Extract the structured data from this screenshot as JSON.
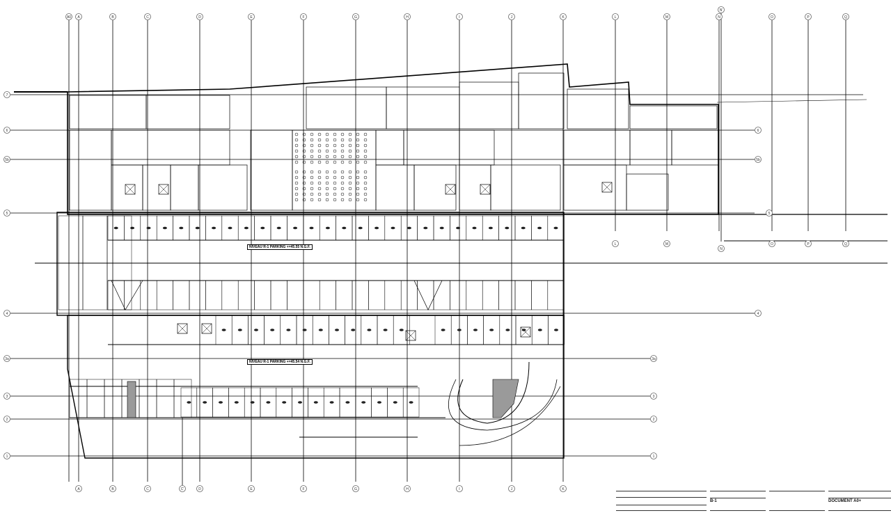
{
  "drawing": {
    "grid_columns_top": [
      "A0",
      "A",
      "B",
      "C",
      "D",
      "E",
      "F",
      "G",
      "H",
      "I",
      "J",
      "K",
      "L",
      "M",
      "N'",
      "N",
      "O",
      "P",
      "Q"
    ],
    "grid_columns_bottom": [
      "A",
      "B",
      "C",
      "C'",
      "D",
      "E",
      "F",
      "G",
      "H",
      "I",
      "J",
      "K"
    ],
    "grid_columns_mid_right": [
      "L",
      "M",
      "N",
      "O",
      "P",
      "Q"
    ],
    "grid_rows": [
      "7",
      "6",
      "5b",
      "5",
      "4",
      "3a",
      "3",
      "2",
      "1"
    ],
    "level_labels": {
      "upper_parking": "NIVEAU R-1 PARKING +=45.55 N.G.F.",
      "lower_parking": "NIVEAU R-1 PARKING +=45.54 N.G.F."
    },
    "line_color": "#000000",
    "hatch_color": "#9a9a9a"
  },
  "title_block": {
    "level": "B-1",
    "document": "DOCUMENT A0+"
  }
}
